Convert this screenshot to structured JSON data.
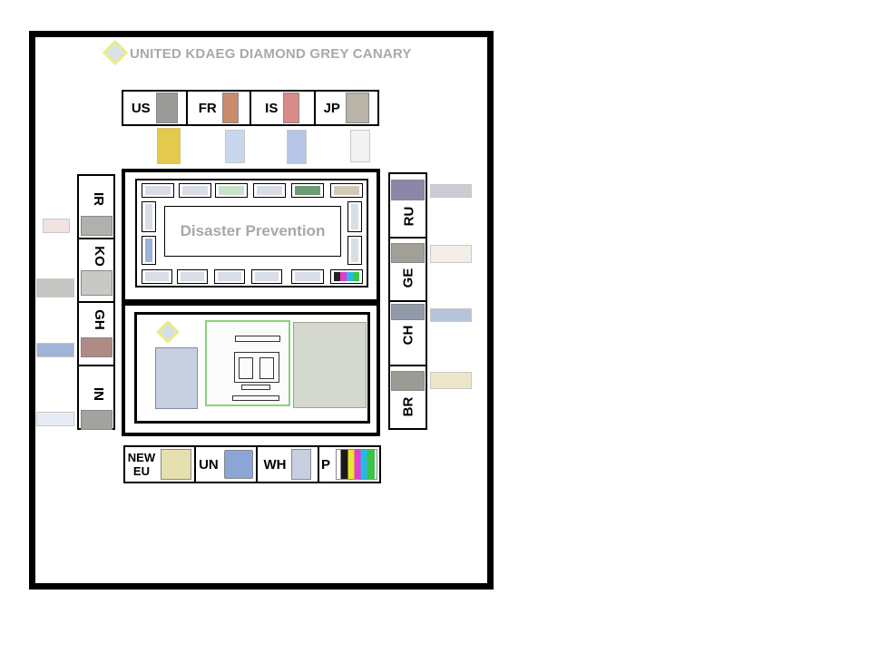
{
  "header": {
    "title": "UNITED KDAEG DIAMOND GREY CANARY"
  },
  "top_row": [
    {
      "label": "US"
    },
    {
      "label": "FR"
    },
    {
      "label": "IS"
    },
    {
      "label": "JP"
    }
  ],
  "left_column": [
    {
      "label": "IR"
    },
    {
      "label": "KO"
    },
    {
      "label": "GH"
    },
    {
      "label": "IN"
    }
  ],
  "right_column": [
    {
      "label": "RU"
    },
    {
      "label": "GE"
    },
    {
      "label": "CH"
    },
    {
      "label": "BR"
    }
  ],
  "bottom_row": [
    {
      "label": "NEW\nEU"
    },
    {
      "label": "UN"
    },
    {
      "label": "WH"
    },
    {
      "label": "P"
    }
  ],
  "center": {
    "title": "Disaster Prevention"
  },
  "colors": {
    "frame": "#000000",
    "title_grey": "#a8a8a8",
    "canary": "#e9ec86",
    "diagram_green": "#8bd17c"
  }
}
